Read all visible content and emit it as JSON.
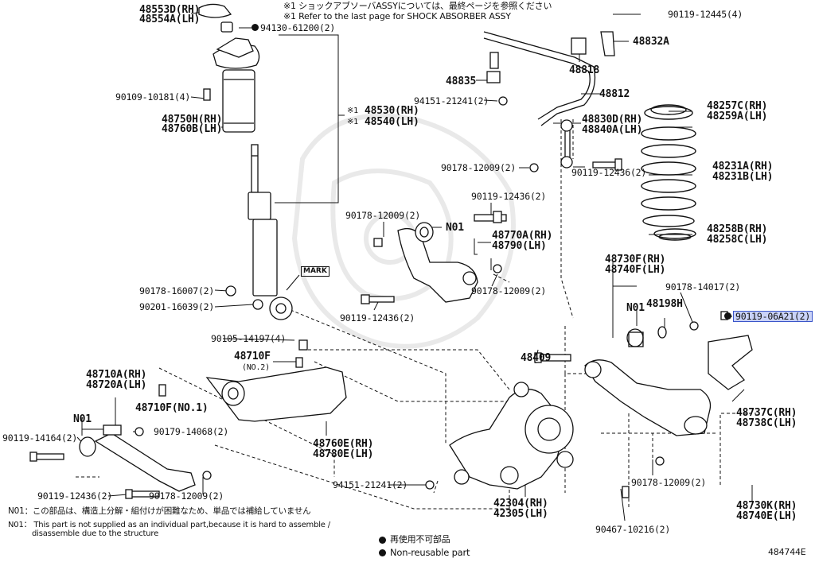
{
  "header": {
    "note_ja": "※1 ショックアブソーバASSYについては、最終ページを参照ください",
    "note_en": "※1 Refer to the last page for SHOCK ABSORBER ASSY"
  },
  "parts": {
    "p48553d": "48553D(RH)",
    "p48554a": "48554A(LH)",
    "p94130": "94130-61200(2)",
    "p90109": "90109-10181(4)",
    "p48750h": "48750H(RH)",
    "p48760b": "48760B(LH)",
    "p48530": "48530(RH)",
    "p48540": "48540(LH)",
    "ref1a": "※1",
    "ref1b": "※1",
    "mark": "MARK",
    "p90178_16007": "90178-16007(2)",
    "p90201_16039": "90201-16039(2)",
    "p90105_14197": "90105-14197(4)",
    "p48710f": "48710F",
    "p48710f_no2": "(NO.2)",
    "p48710a": "48710A(RH)",
    "p48720a": "48720A(LH)",
    "p48710f_no1": "48710F(NO.1)",
    "n01_a": "N01",
    "p90119_14164": "90119-14164(2)",
    "p90179_14068": "90179-14068(2)",
    "p90119_12436_a": "90119-12436(2)",
    "p90178_12009_a": "90178-12009(2)",
    "p48760e": "48760E(RH)",
    "p48780e": "48780E(LH)",
    "p94151_a": "94151-21241(2)",
    "p42304": "42304(RH)",
    "p42305": "42305(LH)",
    "p90467": "90467-10216(2)",
    "p48409": "48409",
    "p90119_12445": "90119-12445(4)",
    "p48832a": "48832A",
    "p48818": "48818",
    "p48835": "48835",
    "p48812": "48812",
    "p94151_b": "94151-21241(2)",
    "p48830d": "48830D(RH)",
    "p48840a": "48840A(LH)",
    "p90178_12009_b": "90178-12009(2)",
    "p90119_12436_b": "90119-12436(2)",
    "p90119_12436_c": "90119-12436(2)",
    "p90178_12009_c": "90178-12009(2)",
    "n01_b": "N01",
    "p48770a": "48770A(RH)",
    "p48790": "48790(LH)",
    "p90178_12009_d": "90178-12009(2)",
    "p90119_12436_d": "90119-12436(2)",
    "p48257c": "48257C(RH)",
    "p48259a": "48259A(LH)",
    "p48231a": "48231A(RH)",
    "p48231b": "48231B(LH)",
    "p48258b": "48258B(RH)",
    "p48258c": "48258C(LH)",
    "p48730f": "48730F(RH)",
    "p48740f": "48740F(LH)",
    "p90178_14017": "90178-14017(2)",
    "n01_c": "N01",
    "p48198h": "48198H",
    "p90119_06a21": "90119-06A21(2)",
    "p48737c": "48737C(RH)",
    "p48738c": "48738C(LH)",
    "p90178_12009_e": "90178-12009(2)",
    "p48730k": "48730K(RH)",
    "p48740e": "48740E(LH)"
  },
  "footnotes": {
    "n01_ja": "N01：この部品は、構造上分解・組付けが困難なため、単品では補給していません",
    "n01_en_1": "N01： This part is not supplied as an individual part,because it is hard to assemble /",
    "n01_en_2": "disassemble due to the structure"
  },
  "legend": {
    "ja": "再使用不可部品",
    "en": "Non-reusable part"
  },
  "diagram_id": "484744E"
}
